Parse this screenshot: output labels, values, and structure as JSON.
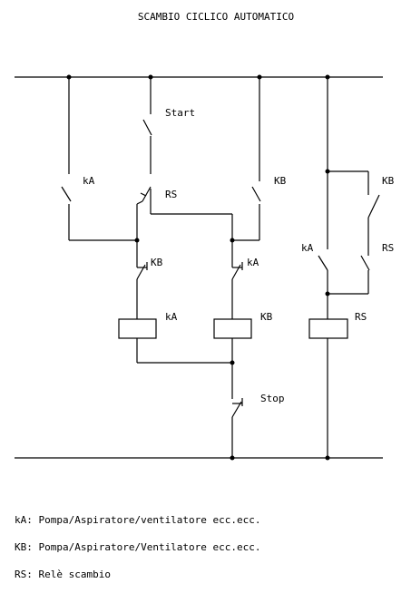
{
  "title": "SCAMBIO CICLICO AUTOMATICO",
  "labels": {
    "start": "Start",
    "ka_contact_left": "kA",
    "rs_contact_mid": "RS",
    "kb_contact_mid": "KB",
    "kb_interlock": "KB",
    "ka_interlock": "kA",
    "coil_ka": "kA",
    "coil_kb": "KB",
    "stop": "Stop",
    "kb_right": "KB",
    "ka_right": "kA",
    "rs_right": "RS",
    "coil_rs": "RS"
  },
  "legend": [
    "kA: Pompa/Aspiratore/ventilatore ecc.ecc.",
    "KB: Pompa/Aspiratore/Ventilatore ecc.ecc.",
    "RS: Relè scambio"
  ]
}
